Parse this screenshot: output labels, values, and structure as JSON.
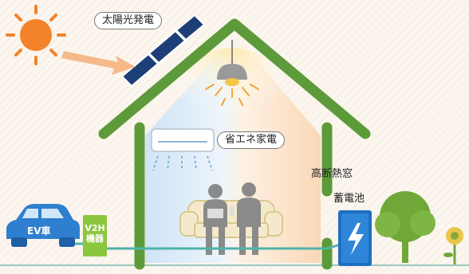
{
  "labels": {
    "solar": "太陽光発電",
    "appliance": "省エネ家電",
    "insulation": "高断熱窓",
    "battery": "蓄電池",
    "ev": "EV車",
    "v2h_line1": "V2H",
    "v2h_line2": "機器"
  },
  "colors": {
    "house_green": "#5c9a3a",
    "sun_orange": "#f2832a",
    "ev_blue": "#2f7fd0",
    "v2h_green": "#8cc63f",
    "battery_blue": "#1f6fc1",
    "tree_green": "#6fa838"
  },
  "icons": [
    "sun-icon",
    "arrow-icon",
    "solar-panel-icon",
    "ceiling-lamp-icon",
    "air-conditioner-icon",
    "people-icon",
    "sofa-icon",
    "ev-car-icon",
    "v2h-device-icon",
    "battery-icon",
    "tree-icon",
    "flower-icon"
  ]
}
